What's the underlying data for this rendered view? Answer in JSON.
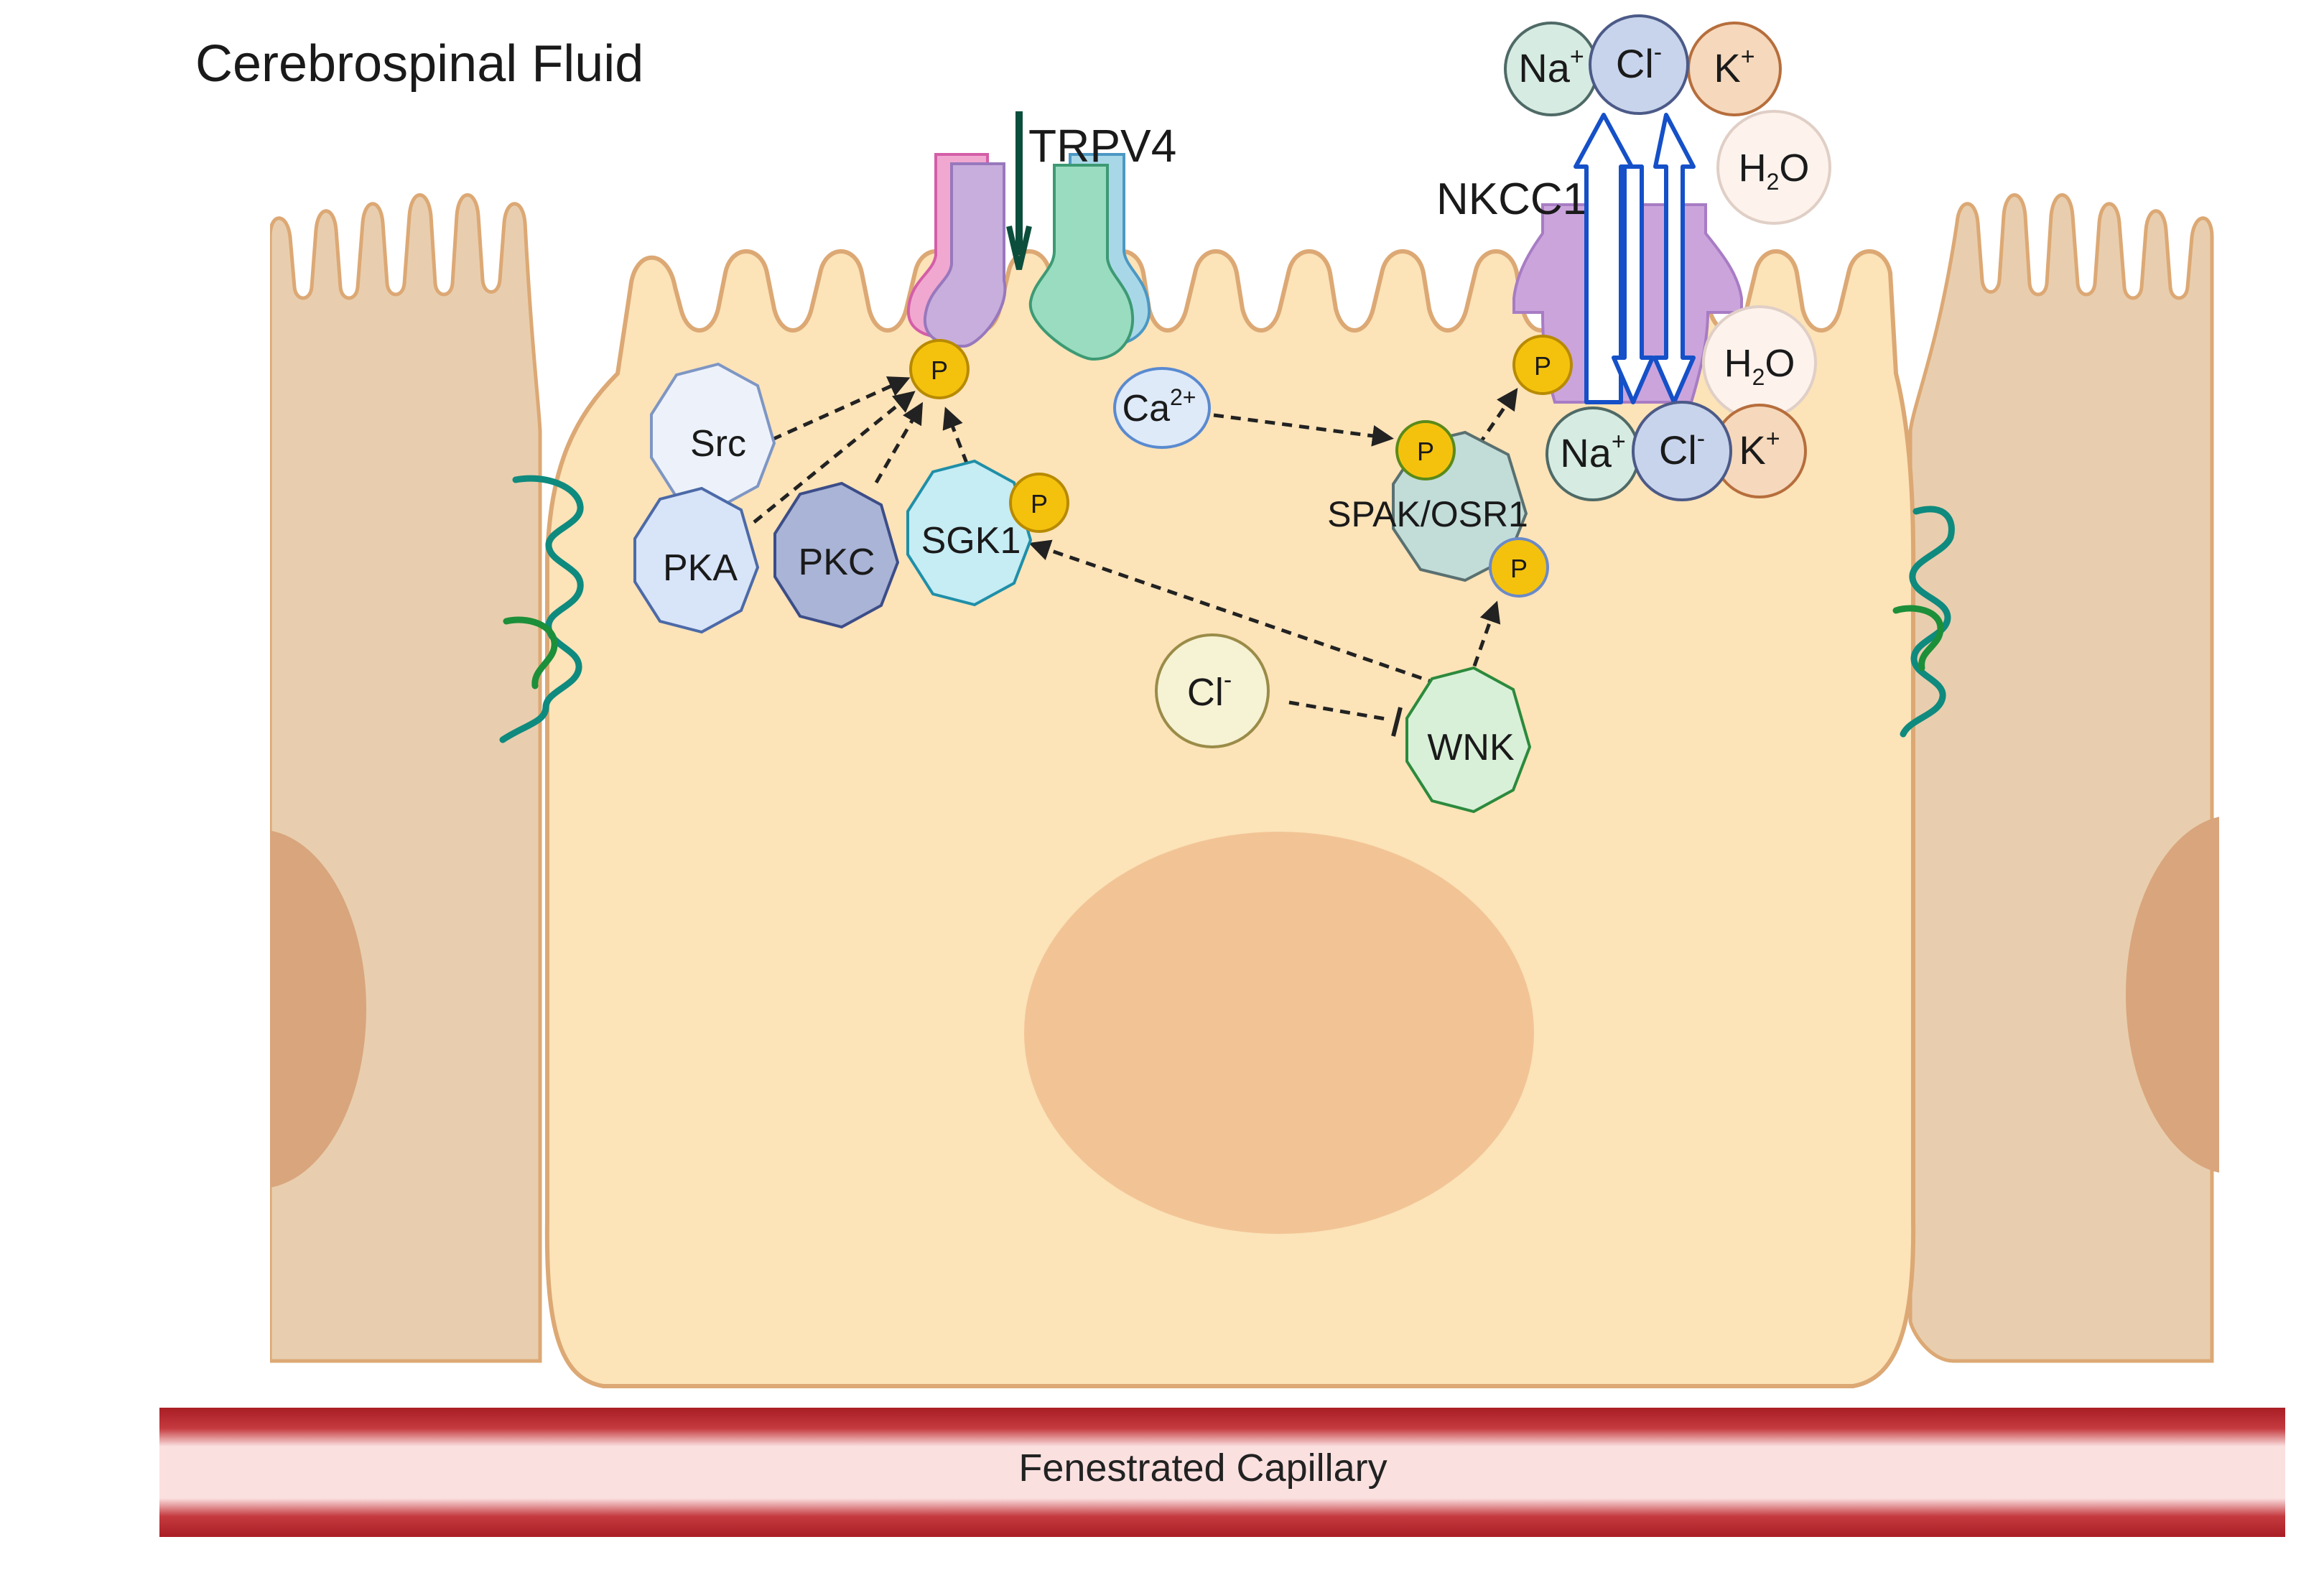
{
  "regions": {
    "csf": "Cerebrospinal Fluid",
    "capillary": "Fenestrated Capillary"
  },
  "channels": {
    "trpv4": "TRPV4",
    "nkcc1": "NKCC1"
  },
  "kinases": {
    "src": "Src",
    "pka": "PKA",
    "pkc": "PKC",
    "sgk1": "SGK1",
    "spak": "SPAK/OSR1",
    "wnk": "WNK"
  },
  "ions": {
    "na": "Na",
    "cl": "Cl",
    "k": "K",
    "ca": "Ca",
    "h": "H",
    "o": "O",
    "plus": "+",
    "minus": "-",
    "ca_charge": "2+",
    "two": "2"
  },
  "phospho": "P",
  "inhibit_mark": "I",
  "colors": {
    "cell_fill": "#fce3b8",
    "cell_stroke": "#dca874",
    "neighbor_fill": "#e8ceae",
    "nucleus": "#f2c495",
    "capillary_red": "#a81e24",
    "capillary_pink": "#fcdede",
    "phospho_yellow": "#f4c20d",
    "arrow_blue": "#1550c8",
    "tight_junction": "#0f8a7e"
  }
}
